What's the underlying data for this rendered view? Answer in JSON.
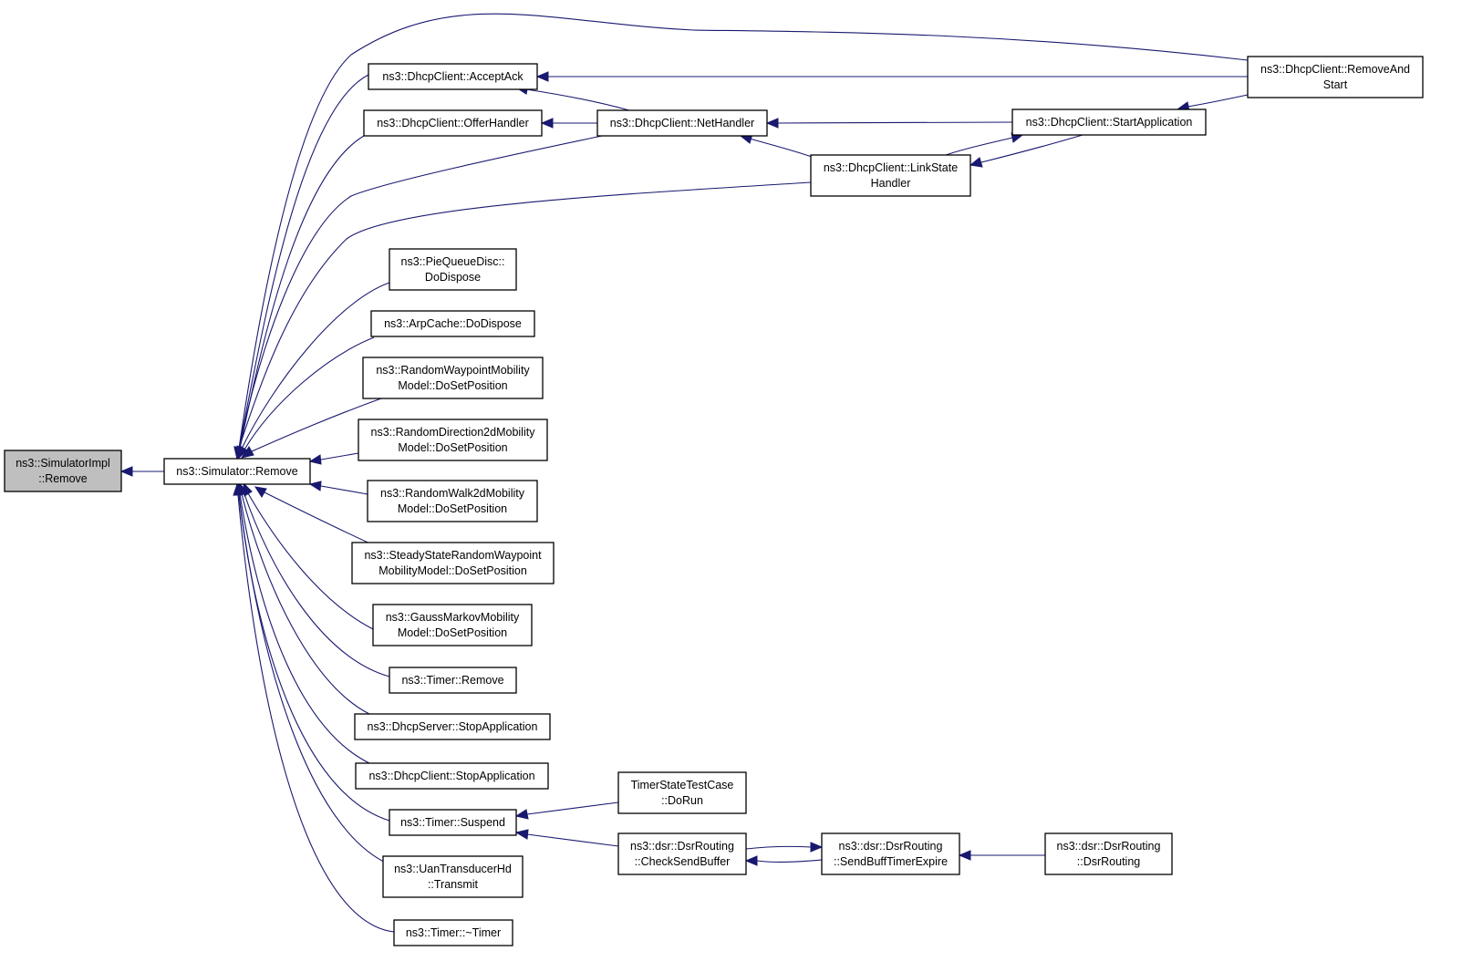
{
  "colors": {
    "edge": "#191970",
    "node_fill": "#ffffff",
    "focus_fill": "#bfbfbf",
    "node_stroke": "#000000"
  },
  "nodes": [
    {
      "id": "simimpl",
      "lines": [
        "ns3::SimulatorImpl",
        "::Remove"
      ],
      "focus": true
    },
    {
      "id": "sim",
      "lines": [
        "ns3::Simulator::Remove"
      ]
    },
    {
      "id": "accept",
      "lines": [
        "ns3::DhcpClient::AcceptAck"
      ]
    },
    {
      "id": "offer",
      "lines": [
        "ns3::DhcpClient::OfferHandler"
      ]
    },
    {
      "id": "net",
      "lines": [
        "ns3::DhcpClient::NetHandler"
      ]
    },
    {
      "id": "link",
      "lines": [
        "ns3::DhcpClient::LinkState",
        "Handler"
      ]
    },
    {
      "id": "startapp",
      "lines": [
        "ns3::DhcpClient::StartApplication"
      ]
    },
    {
      "id": "removeand",
      "lines": [
        "ns3::DhcpClient::RemoveAnd",
        "Start"
      ]
    },
    {
      "id": "pie",
      "lines": [
        "ns3::PieQueueDisc::",
        "DoDispose"
      ]
    },
    {
      "id": "arp",
      "lines": [
        "ns3::ArpCache::DoDispose"
      ]
    },
    {
      "id": "rwp",
      "lines": [
        "ns3::RandomWaypointMobility",
        "Model::DoSetPosition"
      ]
    },
    {
      "id": "rd2d",
      "lines": [
        "ns3::RandomDirection2dMobility",
        "Model::DoSetPosition"
      ]
    },
    {
      "id": "rw2d",
      "lines": [
        "ns3::RandomWalk2dMobility",
        "Model::DoSetPosition"
      ]
    },
    {
      "id": "ssrwp",
      "lines": [
        "ns3::SteadyStateRandomWaypoint",
        "MobilityModel::DoSetPosition"
      ]
    },
    {
      "id": "gauss",
      "lines": [
        "ns3::GaussMarkovMobility",
        "Model::DoSetPosition"
      ]
    },
    {
      "id": "tremove",
      "lines": [
        "ns3::Timer::Remove"
      ]
    },
    {
      "id": "dsstop",
      "lines": [
        "ns3::DhcpServer::StopApplication"
      ]
    },
    {
      "id": "dcstop",
      "lines": [
        "ns3::DhcpClient::StopApplication"
      ]
    },
    {
      "id": "tsuspend",
      "lines": [
        "ns3::Timer::Suspend"
      ]
    },
    {
      "id": "uan",
      "lines": [
        "ns3::UanTransducerHd",
        "::Transmit"
      ]
    },
    {
      "id": "tdtor",
      "lines": [
        "ns3::Timer::~Timer"
      ]
    },
    {
      "id": "tstc",
      "lines": [
        "TimerStateTestCase",
        "::DoRun"
      ]
    },
    {
      "id": "check",
      "lines": [
        "ns3::dsr::DsrRouting",
        "::CheckSendBuffer"
      ]
    },
    {
      "id": "sendbuff",
      "lines": [
        "ns3::dsr::DsrRouting",
        "::SendBuffTimerExpire"
      ]
    },
    {
      "id": "dsrctor",
      "lines": [
        "ns3::dsr::DsrRouting",
        "::DsrRouting"
      ]
    }
  ]
}
